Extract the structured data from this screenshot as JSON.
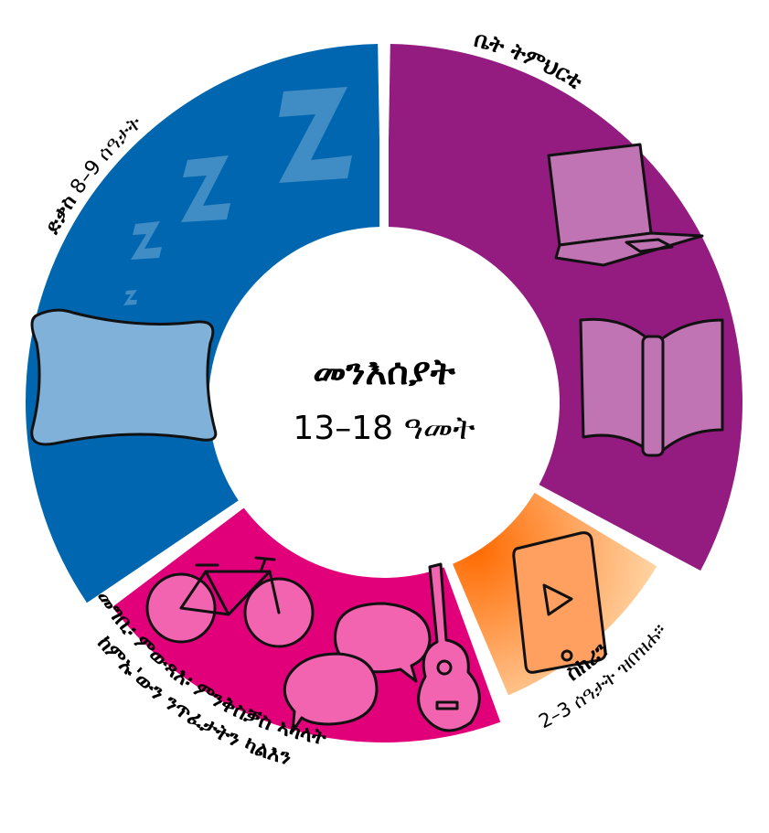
{
  "center": {
    "title": "መንእሰያት",
    "subtitle": "13–18 ዓመት"
  },
  "segments": [
    {
      "id": "sleep",
      "title": "ድቃስ",
      "detail": "8–9 ሰዓታት",
      "color": "#0066b0"
    },
    {
      "id": "school",
      "title": "ቤት ትምህርቲ",
      "color": "#941b80"
    },
    {
      "id": "screen",
      "title": "ስክሪን",
      "detail": "2–3 ሰዓታት ዝበዝሐ።",
      "color": "#ff6a00"
    },
    {
      "id": "activities",
      "line1": "መግቢ፡ ምውጻእ፡ ምንቅስቓስ ኣካላት",
      "line2": "ከምኡ'ውን ንጥፈታትን ካልእን",
      "color": "#e2007a"
    }
  ]
}
